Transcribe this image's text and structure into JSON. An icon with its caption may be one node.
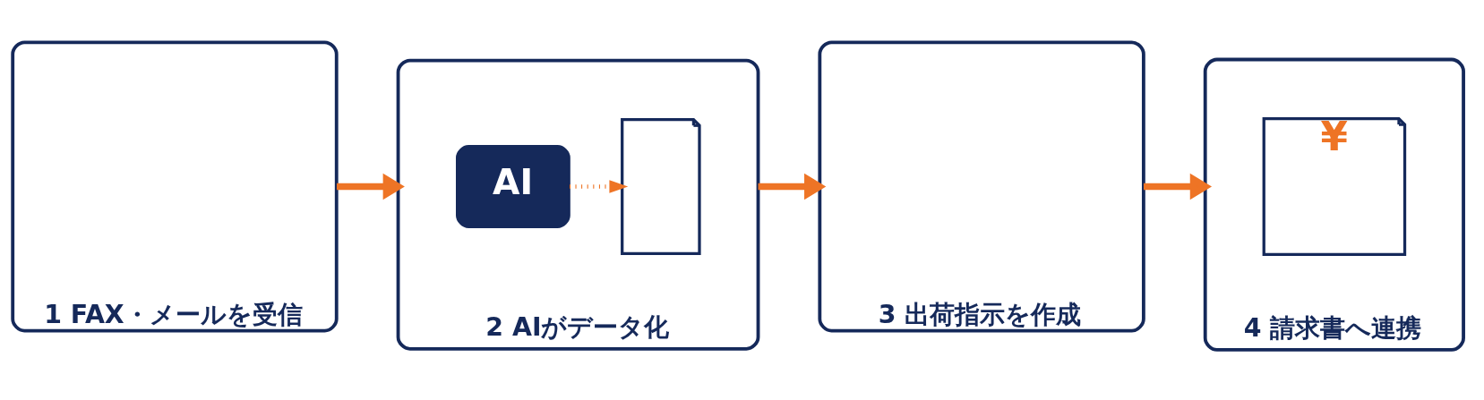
{
  "diagram": {
    "nodes": [
      {
        "text": [
          "1 FAX・メールを受信"
        ]
      },
      {
        "text": [
          "2 AIがデータ化"
        ]
      },
      {
        "text": [
          "AI"
        ],
        "in": 1
      },
      {
        "text": [],
        "shape": "picture",
        "in": 1
      },
      {
        "text": [
          "3 出荷指示を作成"
        ]
      },
      {
        "text": [
          "4 請求書へ連携"
        ]
      },
      {
        "text": [
          "¥"
        ],
        "in": 5
      }
    ],
    "edges": [
      {
        "from": 0,
        "to": 1,
        "arrow": "to"
      },
      {
        "from": 2,
        "to": 3,
        "arrow": "to",
        "style": "dashed"
      },
      {
        "from": 1,
        "to": 4,
        "arrow": "to"
      },
      {
        "from": 4,
        "to": 5,
        "arrow": "to"
      }
    ]
  }
}
